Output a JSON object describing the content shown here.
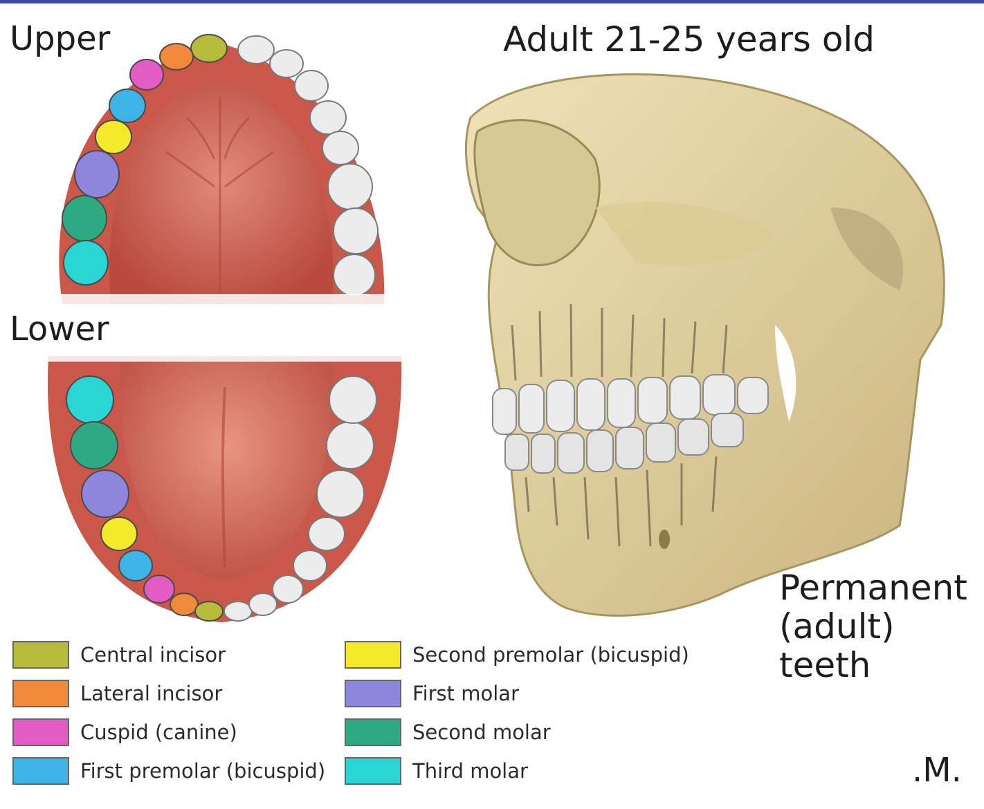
{
  "title": "Adult 21-25 years old",
  "upper_label": "Upper",
  "lower_label": "Lower",
  "caption": [
    "Permanent",
    "(adult)",
    "teeth"
  ],
  "corner_mark": ".M.",
  "legend": [
    {
      "label": "Central incisor",
      "color": "#b7bd3a"
    },
    {
      "label": "Lateral incisor",
      "color": "#f08a3a"
    },
    {
      "label": "Cuspid (canine)",
      "color": "#e25cc4"
    },
    {
      "label": "First premolar (bicuspid)",
      "color": "#3db4e6"
    },
    {
      "label": "Second premolar (bicuspid)",
      "color": "#f4ea2a"
    },
    {
      "label": "First molar",
      "color": "#8c86dc"
    },
    {
      "label": "Second molar",
      "color": "#2eaa82"
    },
    {
      "label": "Third molar",
      "color": "#2ad6d4"
    }
  ],
  "colors": {
    "gum": "#c9574a",
    "palate": "#d97a6c",
    "bone": "#e6d6a8",
    "white_tooth": "#ececec",
    "accent_bar": "#3b4aa8"
  }
}
